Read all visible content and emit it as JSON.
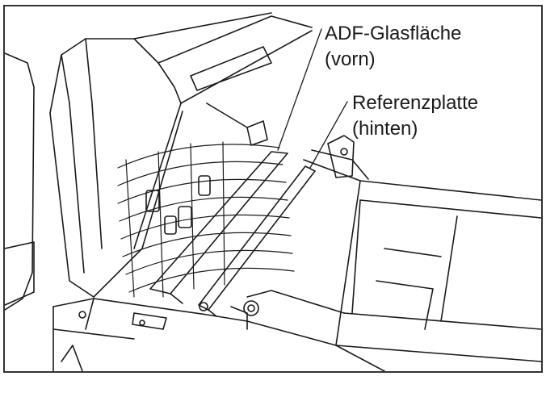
{
  "labels": {
    "adf_glass_line1": "ADF-Glasfläche",
    "adf_glass_line2": "(vorn)",
    "reference_plate_line1": "Referenzplatte",
    "reference_plate_line2": "(hinten)"
  },
  "colors": {
    "line": "#1a1a1a",
    "background": "#ffffff",
    "frame": "#333333"
  }
}
